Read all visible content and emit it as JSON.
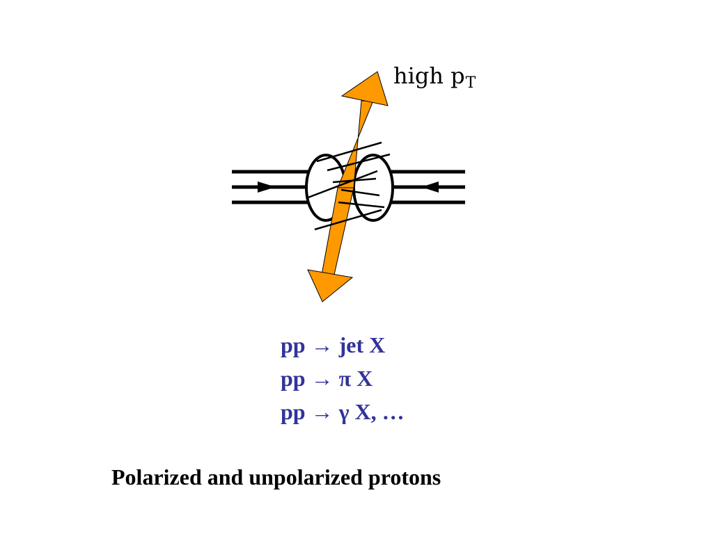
{
  "diagram": {
    "arrow_label": "high p",
    "arrow_label_subscript": "T",
    "jet_color": "#ff9900",
    "line_color": "#000000"
  },
  "reactions": [
    {
      "text": "pp → jet X"
    },
    {
      "text": "pp → π X"
    },
    {
      "text": "pp → γ X, …"
    }
  ],
  "reaction_color": "#33339a",
  "caption": "Polarized and unpolarized protons"
}
